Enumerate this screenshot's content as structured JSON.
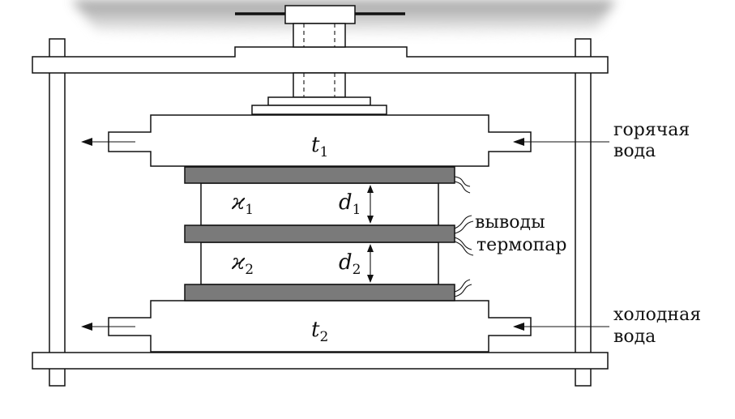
{
  "colors": {
    "line": "#111111",
    "plate_fill": "#7a7a7a",
    "background": "#ffffff"
  },
  "labels": {
    "hot_water": [
      "горячая",
      "вода"
    ],
    "cold_water": [
      "холодная",
      "вода"
    ],
    "thermocouple_leads": [
      "выводы",
      "термопар"
    ]
  },
  "symbols": {
    "t1": {
      "base": "t",
      "sub": "1"
    },
    "t2": {
      "base": "t",
      "sub": "2"
    },
    "kappa1": {
      "base": "ϰ",
      "sub": "1"
    },
    "kappa2": {
      "base": "ϰ",
      "sub": "2"
    },
    "d1": {
      "base": "d",
      "sub": "1"
    },
    "d2": {
      "base": "d",
      "sub": "2"
    }
  }
}
